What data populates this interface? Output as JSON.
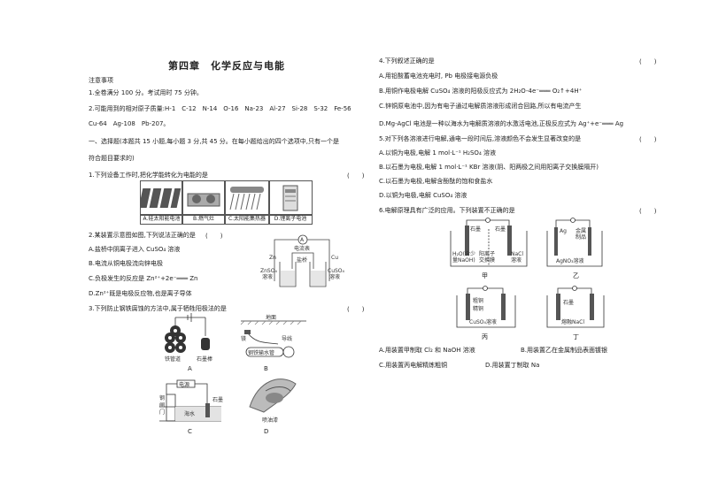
{
  "title": "第四章　化学反应与电能",
  "notice": {
    "heading": "注意事项",
    "items": [
      "1.全卷满分 100 分。考试用时 75 分钟。",
      "2.可能用到的相对原子质量:H-1　C-12　N-14　O-16　Na-23　Al-27　Si-28　S-32　Fe-56",
      "Cu-64　Ag-108　Pb-207。"
    ]
  },
  "section": {
    "line1": "一、选择题(本题共 15 小题,每小题 3 分,共 45 分。在每小题给出的四个选项中,只有一个是",
    "line2": "符合题目要求的)"
  },
  "paren": "(　　)",
  "q1": {
    "stem": "1.下列设备工作时,把化学能转化为电能的是",
    "options": [
      "A.硅太阳能电池",
      "B.燃气灶",
      "C.太阳能集热器",
      "D.锂离子电池"
    ]
  },
  "q2": {
    "stem": "2.某装置示意图如图,下列说法正确的是",
    "options": [
      "A.盐桥中阴离子进入 CuSO₄ 溶液",
      "B.电流从铜电极流向锌电极",
      "C.负极发生的反应是 Zn²⁺+2e⁻═══ Zn",
      "D.Zn²⁺既是电极反应物,也是离子导体"
    ],
    "figure": {
      "meter": "A",
      "meter_label": "电流表",
      "zn": "Zn",
      "cu": "Cu",
      "salt_bridge": "盐桥",
      "left_solution": "ZnSO₄",
      "left_solution2": "溶液",
      "right_solution": "CuSO₄",
      "right_solution2": "溶液"
    }
  },
  "q3": {
    "stem": "3.下列防止钢铁腐蚀的方法中,属于牺牲阳极法的是",
    "captions": [
      "A",
      "B",
      "C",
      "D"
    ],
    "fig_a": [
      "铁管道",
      "石墨棒"
    ],
    "fig_b": [
      "地面",
      "镁",
      "导线",
      "钢铁输水管"
    ],
    "fig_c": [
      "电源",
      "钢",
      "闸",
      "门",
      "石墨",
      "海水"
    ],
    "fig_d": [
      "喷油漆"
    ]
  },
  "q4": {
    "stem": "4.下列叙述正确的是",
    "options": [
      "A.用铅酸蓄电池充电时, Pb 电极接电源负极",
      "B.用铜作电极电解 CuSO₄ 溶液的阳极反应式为 2H₂O-4e⁻═══ O₂↑+4H⁺",
      "C.锌铜原电池中,因为有电子通过电解质溶液形成闭合回路,所以有电流产生",
      "D.Mg-AgCl 电池是一种以海水为电解质溶液的水激活电池,正极反应式为 Ag⁺+e⁻═══ Ag"
    ]
  },
  "q5": {
    "stem": "5.对下列各溶液进行电解,通电一段时间后,溶液颜色不会发生显著改变的是",
    "options": [
      "A.以铜为电极,电解 1 mol·L⁻¹ H₂SO₄ 溶液",
      "B.以石墨为电极,电解 1 mol·L⁻¹ KBr 溶液(阴、阳两极之间用阳离子交换膜隔开)",
      "C.以石墨为电极,电解含酚酞的饱和食盐水",
      "D.以铜为电极,电解 CuSO₄ 溶液"
    ]
  },
  "q6": {
    "stem": "6.电解原理具有广泛的应用。下列装置不正确的是",
    "options": [
      "A.用装置甲制取 Cl₂ 和 NaOH 溶液",
      "B.用装置乙在金属制品表面镀银",
      "C.用装置丙电解精炼粗铜",
      "D.用装置丁制取 Na"
    ],
    "captions": [
      "甲",
      "乙",
      "丙",
      "丁"
    ],
    "fig_jia": [
      "石墨",
      "石墨",
      "H₂O(含少",
      "量NaOH)",
      "阳离子",
      "交换膜",
      "NaCl",
      "溶液"
    ],
    "fig_yi": [
      "Ag",
      "金属",
      "制品",
      "AgNO₃溶液"
    ],
    "fig_bing": [
      "粗铜",
      "精铜",
      "CuSO₄溶液"
    ],
    "fig_ding": [
      "石墨",
      "熔融NaCl"
    ]
  }
}
